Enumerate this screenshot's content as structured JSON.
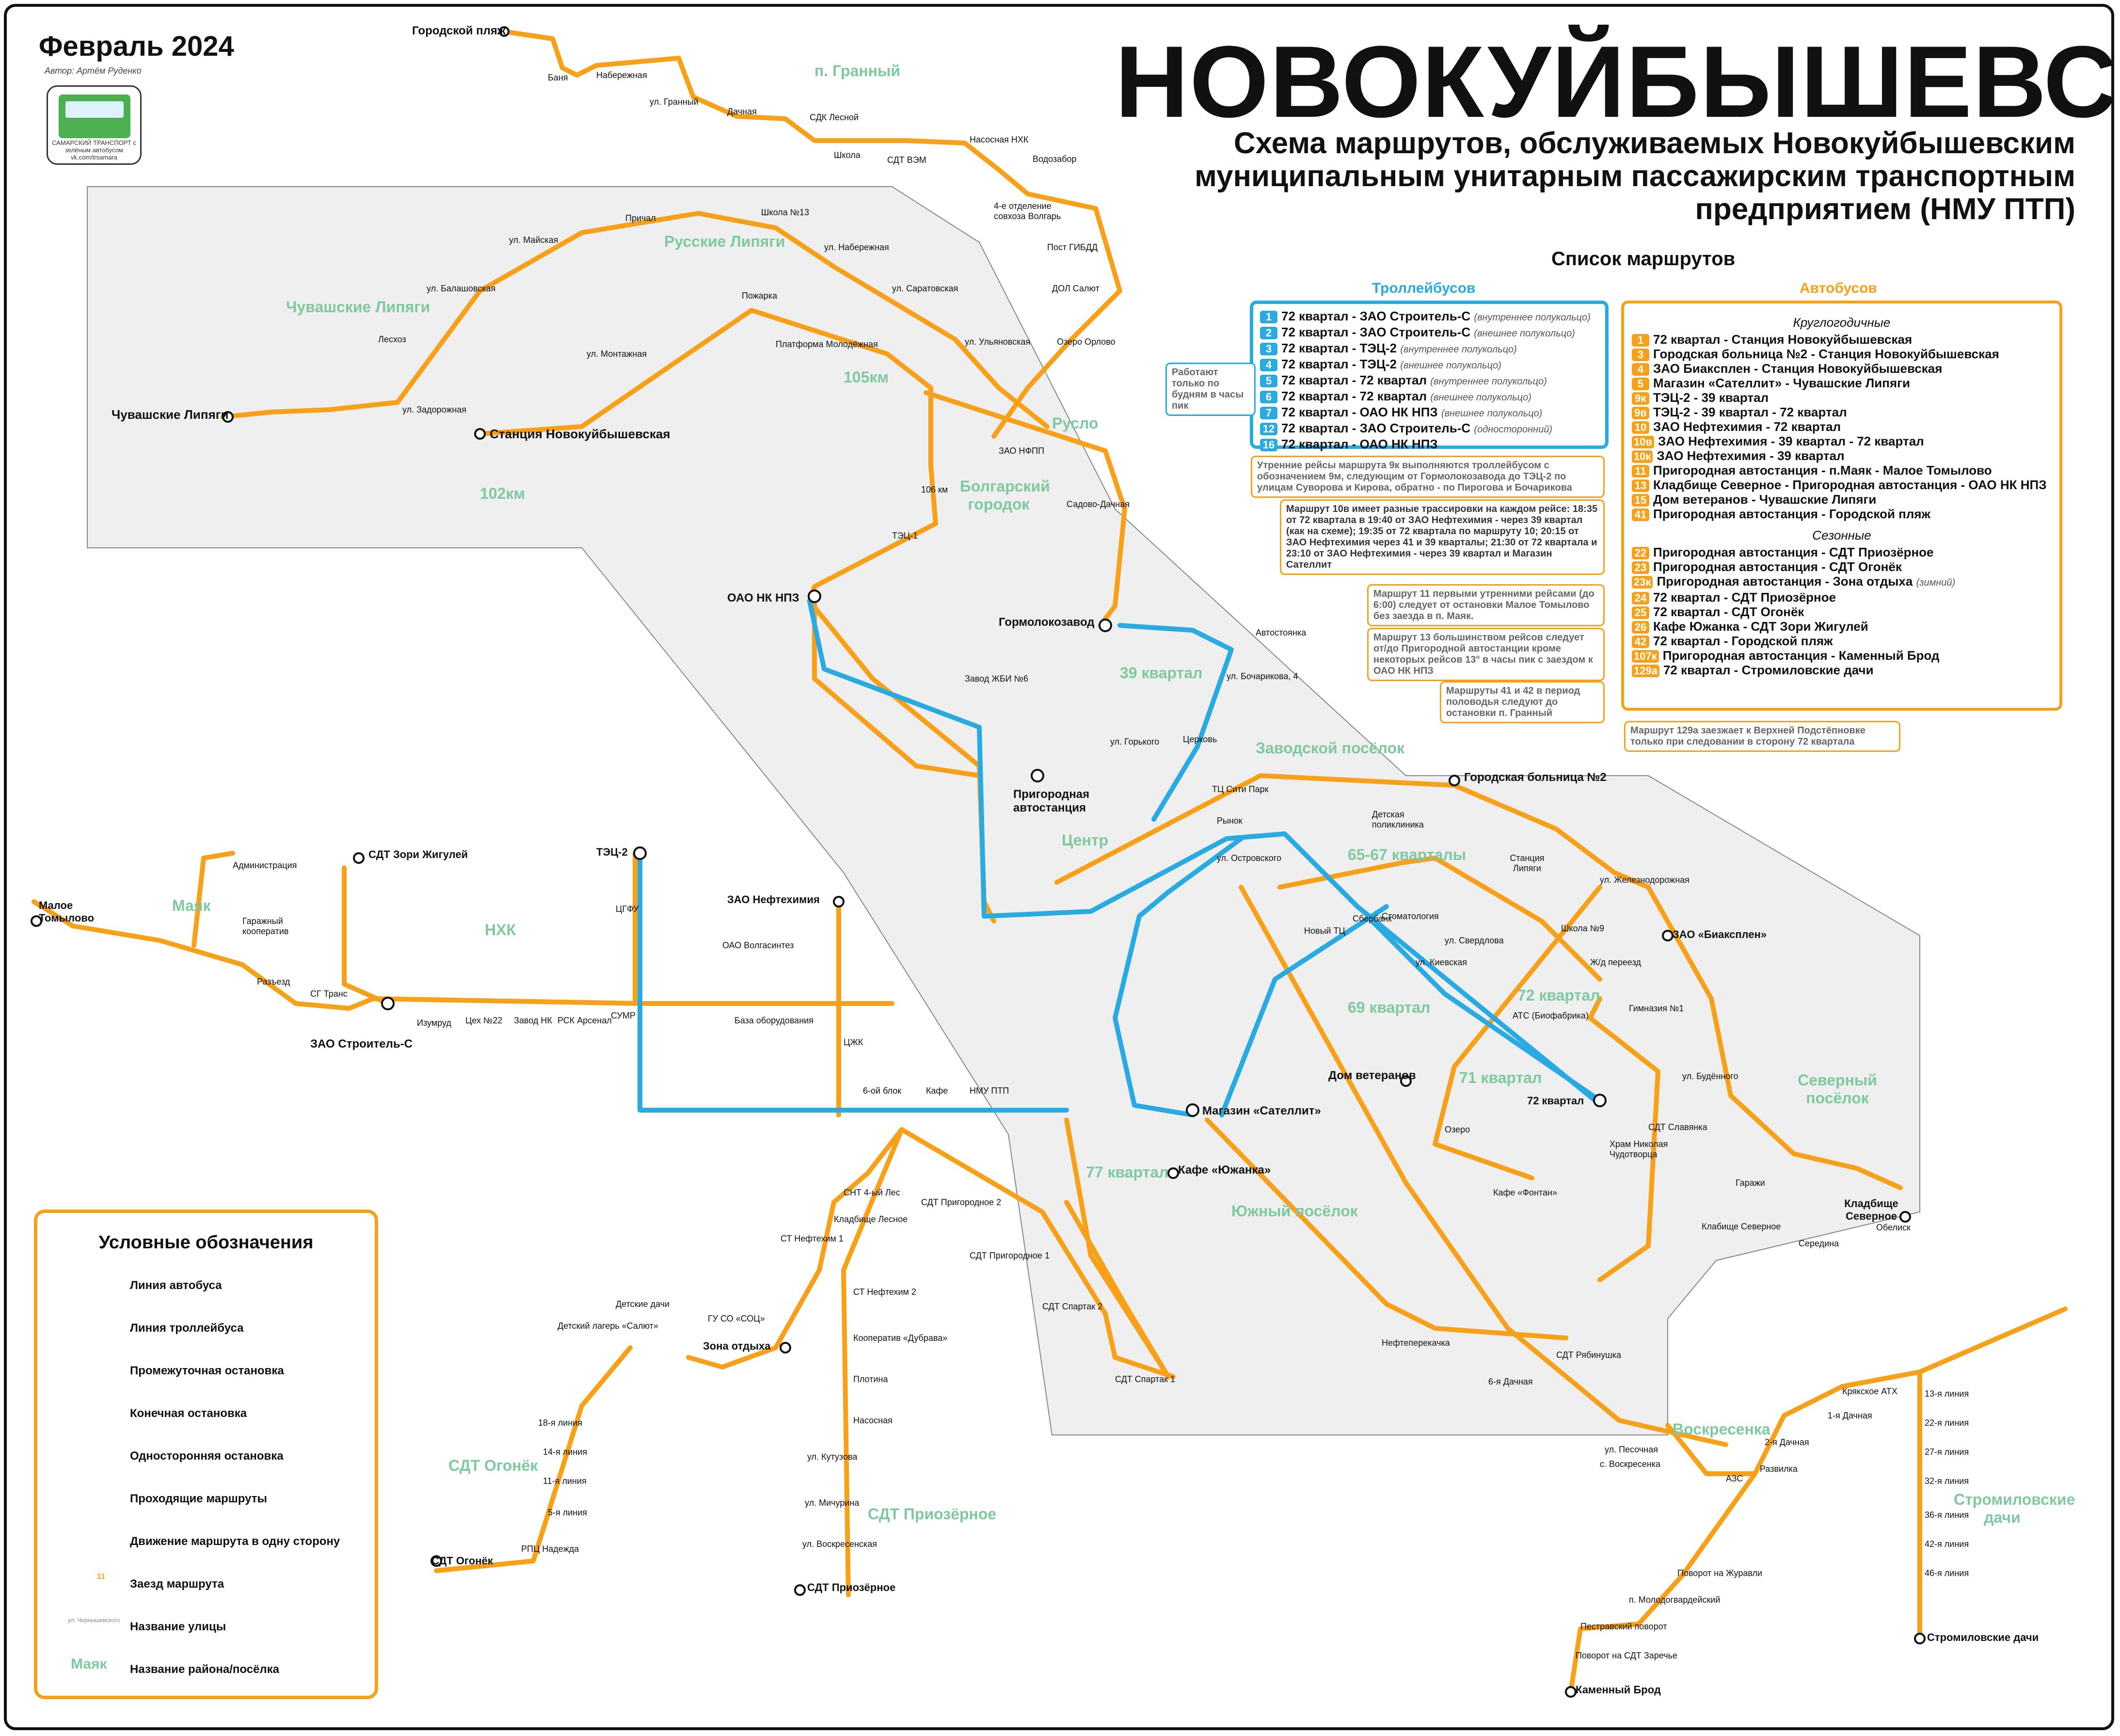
{
  "header": {
    "date": "Февраль 2024",
    "author": "Автор: Артём Руденко",
    "logo_text": "САМАРСКИЙ ТРАНСПОРТ с зелёным автобусом vk.com/trsamara",
    "title": "НОВОКУЙБЫШЕВСК",
    "subtitle": "Схема маршрутов, обслуживаемых Новокуйбышевским муниципальным унитарным пассажирским транспортным предприятием (НМУ ПТП)"
  },
  "route_list": {
    "heading": "Список маршрутов",
    "trolleybus_heading": "Троллейбусов",
    "bus_heading": "Автобусов",
    "trolleybus": [
      {
        "num": "1",
        "name": "72 квартал - ЗАО Строитель-С",
        "note": "(внутреннее полукольцо)"
      },
      {
        "num": "2",
        "name": "72 квартал - ЗАО Строитель-С",
        "note": "(внешнее полукольцо)"
      },
      {
        "num": "3",
        "name": "72 квартал - ТЭЦ-2",
        "note": "(внутреннее полукольцо)"
      },
      {
        "num": "4",
        "name": "72 квартал - ТЭЦ-2",
        "note": "(внешнее полукольцо)"
      },
      {
        "num": "5",
        "name": "72 квартал - 72 квартал",
        "note": "(внутреннее полукольцо)"
      },
      {
        "num": "6",
        "name": "72 квартал - 72 квартал",
        "note": "(внешнее полукольцо)"
      },
      {
        "num": "7",
        "name": "72 квартал - ОАО НК НПЗ",
        "note": "(внешнее полукольцо)"
      },
      {
        "num": "12",
        "name": "72 квартал - ЗАО Строитель-С",
        "note": "(односторонний)"
      },
      {
        "num": "16",
        "name": "72 квартал - ОАО НК НПЗ",
        "note": ""
      }
    ],
    "bus_year_round_title": "Круглогодичные",
    "bus_year_round": [
      {
        "num": "1",
        "name": "72 квартал - Станция Новокуйбышевская"
      },
      {
        "num": "3",
        "name": "Городская больница №2 - Станция Новокуйбышевская"
      },
      {
        "num": "4",
        "name": "ЗАО Биакcплен - Станция Новокуйбышевская"
      },
      {
        "num": "5",
        "name": "Магазин «Сателлит» - Чувашские Липяги"
      },
      {
        "num": "9к",
        "name": "ТЭЦ-2 - 39 квартал"
      },
      {
        "num": "9в",
        "name": "ТЭЦ-2 - 39 квартал - 72 квартал"
      },
      {
        "num": "10",
        "name": "ЗАО Нефтехимия - 72 квартал"
      },
      {
        "num": "10в",
        "name": "ЗАО Нефтехимия - 39 квартал - 72 квартал"
      },
      {
        "num": "10к",
        "name": "ЗАО Нефтехимия - 39 квартал"
      },
      {
        "num": "11",
        "name": "Пригородная автостанция - п.Маяк - Малое Томылово"
      },
      {
        "num": "13",
        "name": "Кладбище Северное - Пригородная автостанция - ОАО НК НПЗ"
      },
      {
        "num": "15",
        "name": "Дом ветеранов - Чувашские Липяги"
      },
      {
        "num": "41",
        "name": "Пригородная автостанция - Городской пляж"
      }
    ],
    "bus_seasonal_title": "Сезонные",
    "bus_seasonal": [
      {
        "num": "22",
        "name": "Пригородная автостанция - СДТ Приозёрное",
        "note": ""
      },
      {
        "num": "23",
        "name": "Пригородная автостанция - СДТ Огонёк",
        "note": ""
      },
      {
        "num": "23к",
        "name": "Пригородная автостанция - Зона отдыха",
        "note": "(зимний)"
      },
      {
        "num": "24",
        "name": "72 квартал - СДТ Приозёрное",
        "note": ""
      },
      {
        "num": "25",
        "name": "72 квартал - СДТ Огонёк",
        "note": ""
      },
      {
        "num": "26",
        "name": "Кафе Южанка - СДТ Зори Жигулей",
        "note": ""
      },
      {
        "num": "42",
        "name": "72 квартал - Городской пляж",
        "note": ""
      },
      {
        "num": "107к",
        "name": "Пригородная автостанция - Каменный Брод",
        "note": ""
      },
      {
        "num": "129а",
        "name": "72 квартал - Стромиловские дачи",
        "note": ""
      }
    ]
  },
  "notes": {
    "weekday_peak": "Работают только по будням в часы пик",
    "morning_9k": "Утренние рейсы маршрута 9к выполняются троллейбусом с обозначением 9м, следующим от Гормолокозавода до ТЭЦ-2 по улицам Суворова и Кирова, обратно - по Пирогова и Бочарикова",
    "route_10v": "Маршрут 10в имеет разные трассировки на каждом рейсе: 18:35 от 72 квартала в 19:40 от ЗАО Нефтехимия - через 39 квартал (как на схеме); 19:35 от 72 квартала по маршруту 10; 20:15 от ЗАО Нефтехимия через 41 и 39 кварталы; 21:30 от 72 квартала и 23:10 от ЗАО Нефтехимия - через 39 квартал и Магазин Сателлит",
    "route_11": "Маршрут 11 первыми утренними рейсами (до 6:00) следует от остановки Малое Томылово без заезда в п. Маяк.",
    "route_13": "Маршрут 13 большинством рейсов следует от/до Пригородной автостанции кроме некоторых рейсов 13° в часы пик с заездом к ОАО НК НПЗ",
    "routes_41_42": "Маршруты 41 и 42 в период половодья следуют до остановки п. Гранный",
    "route_129a": "Маршрут 129а заезжает к Верхней Подстёпновке только при следовании в сторону 72 квартала"
  },
  "legend": {
    "title": "Условные обозначения",
    "items": [
      {
        "label": "Линия автобуса"
      },
      {
        "label": "Линия троллейбуса"
      },
      {
        "label": "Промежуточная остановка"
      },
      {
        "label": "Конечная остановка"
      },
      {
        "label": "Односторонняя остановка"
      },
      {
        "label": "Проходящие маршруты"
      },
      {
        "label": "Движение маршрута в одну сторону"
      },
      {
        "label": "Заезд маршрута"
      },
      {
        "label": "Название улицы"
      },
      {
        "label": "Название района/посёлка"
      }
    ],
    "sample_district": "Маяк",
    "sample_street": "ул. Чернышевского",
    "sample_route": "11"
  },
  "map": {
    "districts": [
      "п. Гранный",
      "Русские Липяги",
      "Чувашские Липяги",
      "105км",
      "102км",
      "Русло",
      "Болгарский городок",
      "39 квартал",
      "Заводской посёлок",
      "Центр",
      "65-67 кварталы",
      "Маяк",
      "НХК",
      "72 квартал",
      "69 квартал",
      "71 квартал",
      "77 квартал",
      "Южный посёлок",
      "Северный посёлок",
      "Воскресенка",
      "СДТ Огонёк",
      "СДТ Приозёрное",
      "Стромиловские дачи"
    ],
    "terminals": [
      "Городской пляж",
      "Чувашские Липяги",
      "Станция Новокуйбышевская",
      "ОАО НК НПЗ",
      "Гормолокозавод",
      "Пригородная автостанция",
      "Городская больница №2",
      "СДТ Зори Жигулей",
      "ТЭЦ-2",
      "ЗАО Нефтехимия",
      "Малое Томылово",
      "ЗАО Строитель-С",
      "ЗАО «Биаксплен»",
      "Дом ветеранов",
      "72 квартал",
      "Магазин «Сателлит»",
      "Кафе «Южанка»",
      "Кладбище Северное",
      "Зона отдыха",
      "СДТ Огонёк",
      "СДТ Приозёрное",
      "Каменный Брод",
      "Стромиловские дачи"
    ],
    "stops_sample": [
      "Баня",
      "Набережная",
      "ул. Гранный",
      "Дачная",
      "СДК Лесной",
      "Школа",
      "СДТ ВЭМ",
      "Насосная НХК",
      "Водозабор",
      "4-е отделение совхоза Волгарь",
      "Пост ГИБДД",
      "ДОЛ Салют",
      "Озеро Орлово",
      "Школа №13",
      "Причал",
      "ул. Майская",
      "ул. Набережная",
      "ул. Саратовская",
      "ул. Балашовская",
      "Лесхоз",
      "ул. Ульяновская",
      "Пожарка",
      "Платформа Молодёжная",
      "ул. Монтажная",
      "ул. Задорожная",
      "ЗАО НФПП",
      "Садово-Дачная",
      "106 км",
      "ТЭЦ-1",
      "Завод ЖБИ №6",
      "Автостоянка",
      "ул. Бочарикова, 4",
      "Церковь",
      "ул. Горького",
      "ТЦ Сити Парк",
      "Детская поликлиника",
      "Рынок",
      "ул. Островского",
      "Станция Липяги",
      "ул. Железнодорожная",
      "Стоматология",
      "Сбербанк",
      "Новый ТЦ",
      "ул. Свердлова",
      "Школа №9",
      "Ж/д переезд",
      "ул. Киевская",
      "АТС (Биофабрика)",
      "Гимназия №1",
      "ул. Будённого",
      "СДТ Славянка",
      "Храм Николая Чудотворца",
      "Кафе «Фонтан»",
      "Озеро",
      "Гаражи",
      "Клабище Северное",
      "Середина",
      "Обелиск",
      "Администрация",
      "Гаражный кооператив",
      "Разъезд",
      "СГ Транс",
      "Изумруд",
      "Цех №22",
      "Завод НК",
      "РСК Арсенал",
      "СУМР",
      "ЦГФУ",
      "ОАО Волгасинтез",
      "База оборудования",
      "ЦЖК",
      "НМУ ПТП",
      "Кафе",
      "6-ой блок",
      "СНТ 4-ый Лес",
      "Кладбище Лесное",
      "СТ Нефтехим 1",
      "СТ Нефтехим 2",
      "Кооператив «Дубрава»",
      "Плотина",
      "Насосная",
      "ул. Кутузова",
      "ул. Мичурина",
      "ул. Воскресенская",
      "Детский лагерь «Салют»",
      "Детские дачи",
      "ГУ СО «СОЦ»",
      "18-я линия",
      "14-я линия",
      "11-я линия",
      "5-я линия",
      "РПЦ Надежда",
      "СДТ Пригородное 2",
      "СДТ Пригородное 1",
      "СДТ Спартак 2",
      "СДТ Спартак 1",
      "Нефтеперекачка",
      "6-я Дачная",
      "СДТ Рябинушка",
      "ул. Песочная",
      "с. Воскресенка",
      "АЗС",
      "Развилка",
      "2-я Дачная",
      "1-я Дачная",
      "Крякское АТХ",
      "Поворот на Журавли",
      "п. Молодогвардейский",
      "Пестравский поворот",
      "Поворот на СДТ Заречье",
      "13-я линия",
      "22-я линия",
      "27-я линия",
      "32-я линия",
      "36-я линия",
      "42-я линия",
      "46-я линия"
    ]
  },
  "colors": {
    "bus": "#f7a11a",
    "trolleybus": "#29abe2",
    "district_text": "#7fc9a0",
    "city_fill": "#efefef"
  }
}
